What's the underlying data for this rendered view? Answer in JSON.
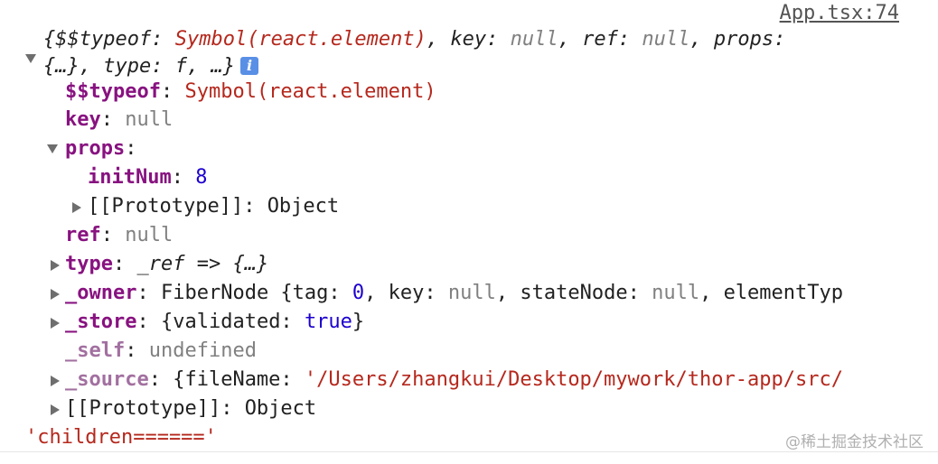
{
  "source_link": "App.tsx:74",
  "summary": {
    "line1": {
      "open": "{",
      "k1": "$$typeof",
      "v1": "Symbol(react.element)",
      "k2": "key",
      "v2": "null",
      "k3": "ref",
      "v3": "null",
      "k4": "props"
    },
    "line2": {
      "v4": "{…}",
      "k5": "type",
      "v5": "f",
      "rest": "…}",
      "info": "i"
    }
  },
  "props": {
    "typeof": {
      "key": "$$typeof",
      "value": "Symbol(react.element)"
    },
    "key": {
      "key": "key",
      "value": "null"
    },
    "props": {
      "key": "props"
    },
    "initNum": {
      "key": "initNum",
      "value": "8"
    },
    "props_proto": {
      "key": "[[Prototype]]",
      "value": "Object"
    },
    "ref": {
      "key": "ref",
      "value": "null"
    },
    "type": {
      "key": "type",
      "value_a": "_ref",
      "value_b": "=>",
      "value_c": "{…}"
    },
    "owner": {
      "key": "_owner",
      "value_a": "FiberNode {tag:",
      "value_num": "0",
      "value_b": ", key:",
      "value_null1": "null",
      "value_c": ", stateNode:",
      "value_null2": "null",
      "value_d": ", elementTyp"
    },
    "store": {
      "key": "_store",
      "value_a": "{validated:",
      "value_bool": "true",
      "value_b": "}"
    },
    "self": {
      "key": "_self",
      "value": "undefined"
    },
    "source": {
      "key": "_source",
      "value_a": "{fileName:",
      "value_str": "'/Users/zhangkui/Desktop/mywork/thor-app/src/"
    },
    "proto": {
      "key": "[[Prototype]]",
      "value": "Object"
    }
  },
  "second_log": "'children======'",
  "watermark": "@稀土掘金技术社区"
}
